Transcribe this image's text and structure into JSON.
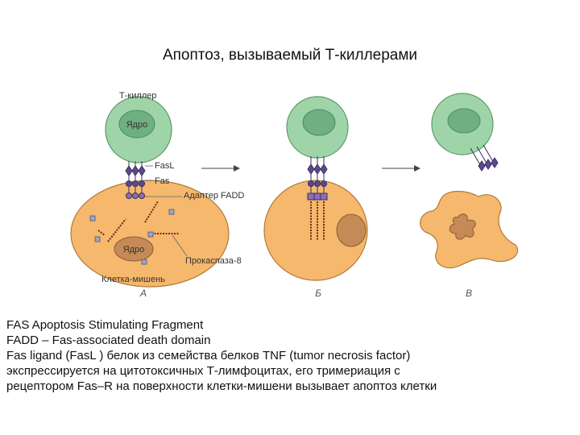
{
  "title": "Апоптоз, вызываемый Т-киллерами",
  "labels": {
    "t_killer": "Т-киллер",
    "nucleus_top": "Ядро",
    "fasl": "FasL",
    "fas": "Fas",
    "fadd_adapter": "Адаптер FADD",
    "nucleus_target": "Ядро",
    "procaspase": "Прокаспаза-8",
    "target_cell": "Клетка-мишень"
  },
  "panels": {
    "a": "А",
    "b": "Б",
    "c": "В"
  },
  "colors": {
    "killer_cell": "#9fd4a8",
    "killer_nucleus": "#6fb080",
    "target_cell": "#f5b86c",
    "target_nucleus": "#c58a55",
    "receptor": "#5b4a8c",
    "strand": "#6a2a1a"
  },
  "notes": [
    "FAS Apoptosis Stimulating Fragment",
    "FADD – Fas-associated death domain",
    "Fas ligand (FasL ) белок из семейства белков TNF (tumor necrosis factor)",
    "экспрессируется на цитотоксичных Т-лимфоцитах, его тримериация с",
    "рецептором Fas–R на поверхности клетки-мишени вызывает апоптоз клетки"
  ]
}
